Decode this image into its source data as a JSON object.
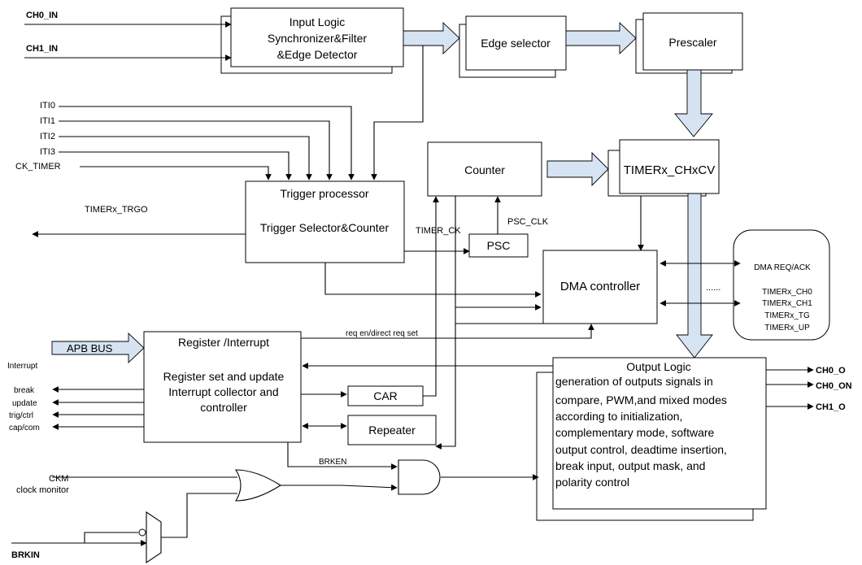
{
  "signals": {
    "ch0_in": "CH0_IN",
    "ch1_in": "CH1_IN",
    "iti0": "ITI0",
    "iti1": "ITI1",
    "iti2": "ITI2",
    "iti3": "ITI3",
    "ck_timer": "CK_TIMER",
    "timerx_trgo": "TIMERx_TRGO",
    "timer_ck": "TIMER_CK",
    "psc_clk": "PSC_CLK",
    "apb_bus": "APB BUS",
    "interrupt": "Interrupt",
    "break": "break",
    "update": "update",
    "trig_ctrl": "trig/ctrl",
    "cap_com": "cap/com",
    "ckm": "CKM",
    "clock_monitor": "clock monitor",
    "brkin": "BRKIN",
    "brken": "BRKEN",
    "req_en": "req en/direct req set",
    "ch0_o": "CH0_O",
    "ch0_on": "CH0_ON",
    "ch1_o": "CH1_O"
  },
  "blocks": {
    "input_logic": [
      "Input Logic",
      "Synchronizer&Filter",
      "&Edge Detector"
    ],
    "edge_selector": "Edge selector",
    "prescaler": "Prescaler",
    "counter": "Counter",
    "chxcv": "TIMERx_CHxCV",
    "trigger_title": "Trigger processor",
    "trigger_sub": "Trigger Selector&Counter",
    "psc": "PSC",
    "dma": "DMA controller",
    "register_title": "Register /Interrupt",
    "register_lines": [
      "Register set and update",
      "Interrupt collector  and",
      "controller"
    ],
    "car": "CAR",
    "repeater": "Repeater",
    "output_title": "Output Logic",
    "output_lines": [
      "generation of outputs signals in",
      "compare, PWM,and mixed modes",
      "according to initialization,",
      "complementary mode,  software",
      "output control, deadtime insertion,",
      "break input, output mask, and",
      "polarity control"
    ]
  },
  "dma_panel": {
    "lines": [
      "DMA REQ/ACK",
      "TIMERx_CH0",
      "TIMERx_CH1",
      "TIMERx_TG",
      "TIMERx_UP"
    ],
    "dots": "......"
  }
}
